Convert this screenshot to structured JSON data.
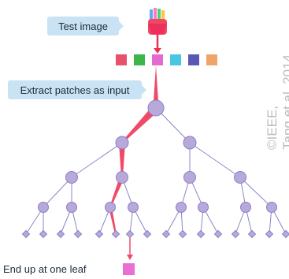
{
  "labels": {
    "test_image": "Test image",
    "extract_patches": "Extract patches as input",
    "end_leaf": "End up at one leaf"
  },
  "copyright": {
    "line1": "©IEEE,",
    "line2": "Tang et al. 2014"
  },
  "colors": {
    "node_fill": "#b7a9da",
    "node_stroke": "#8e7fc4",
    "edge": "#8b86c4",
    "highlight_path": "#f04a6a",
    "callout_bg": "#c9e3f5",
    "patches": [
      "#e9506a",
      "#3cb54a",
      "#e46ad2",
      "#48c6e2",
      "#5b57b5",
      "#f1a46a"
    ],
    "leaf_square": "#ea6fd5"
  },
  "tree": {
    "levels": 5,
    "branching": 2,
    "highlighted_path": [
      0,
      0,
      1,
      0,
      1
    ],
    "highlighted_leaf_index": 5
  }
}
